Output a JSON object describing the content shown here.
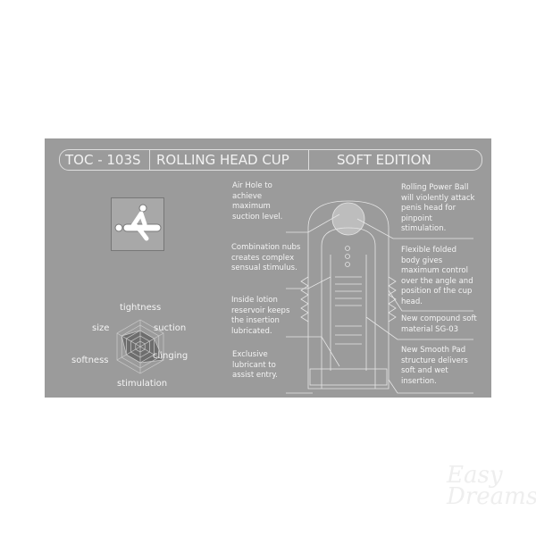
{
  "header": {
    "code": "TOC - 103S",
    "name": "ROLLING HEAD CUP",
    "edition": "SOFT EDITION"
  },
  "radar": {
    "labels": [
      "tightness",
      "suction",
      "clinging",
      "stimulation",
      "softness",
      "size"
    ],
    "values": [
      0.6,
      0.6,
      1.0,
      0.6,
      0.6,
      0.8
    ]
  },
  "left_notes": [
    "Air Hole to achieve maximum suction level.",
    "Combination nubs creates complex sensual stimulus.",
    "Inside lotion reservoir keeps the insertion lubricated.",
    "Exclusive lubricant to assist entry."
  ],
  "right_notes": [
    "Rolling Power Ball will violently attack penis head for pinpoint stimulation.",
    "Flexible folded body gives maximum control over the angle and position of the cup head.",
    "New compound soft material SG-03",
    "New Smooth Pad structure delivers soft and wet insertion."
  ],
  "watermark": "Easy Dreams"
}
